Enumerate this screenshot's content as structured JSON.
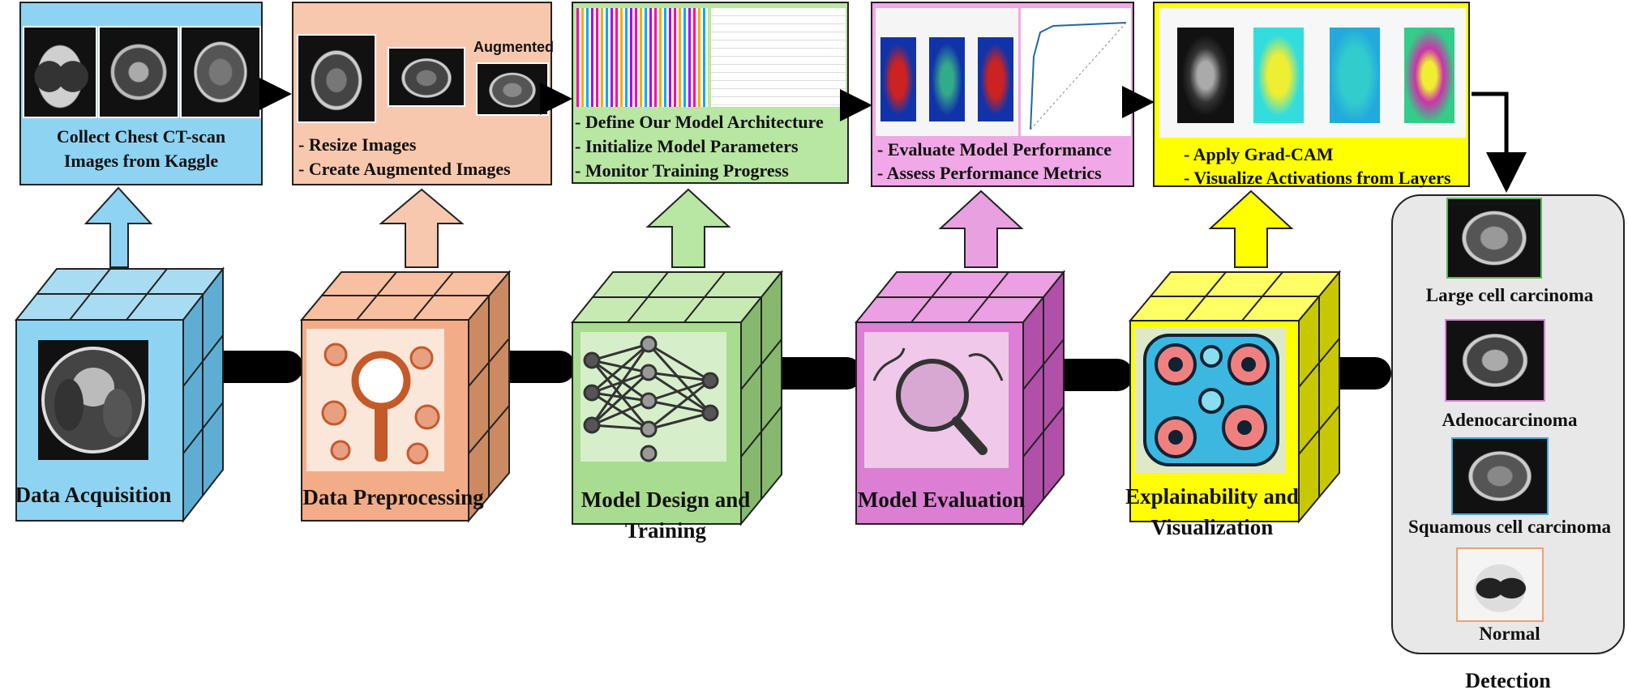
{
  "panels": [
    {
      "id": "acquisition",
      "lines": [
        "Collect Chest CT-scan",
        "Images from Kaggle"
      ],
      "color": "#8fd3f2"
    },
    {
      "id": "preprocessing",
      "tag": "Augmented",
      "lines": [
        "- Resize Images",
        "- Create Augmented Images"
      ],
      "color": "#f8c8ae"
    },
    {
      "id": "training",
      "lines": [
        "-  Define Our Model Architecture",
        "-  Initialize Model Parameters",
        "-  Monitor Training Progress"
      ],
      "color": "#b8e6a3"
    },
    {
      "id": "evaluation",
      "lines": [
        "- Evaluate Model Performance",
        "- Assess Performance Metrics"
      ],
      "color": "#f0a8e6"
    },
    {
      "id": "explainability",
      "lines": [
        "-    Apply Grad-CAM",
        "-    Visualize Activations from Layers"
      ],
      "color": "#ffff00"
    }
  ],
  "stages": [
    {
      "label": "Data Acquisition",
      "color": "#8fd3f2"
    },
    {
      "label": "Data Preprocessing",
      "color": "#f8c8ae"
    },
    {
      "label": "Model Design and Training",
      "color": "#b8e6a3"
    },
    {
      "label": "Model Evaluation",
      "color": "#e08ad8"
    },
    {
      "label": "Explainability and Visualization",
      "color": "#ffff00"
    }
  ],
  "detection": {
    "title": "Detection",
    "classes": [
      "Large cell carcinoma",
      "Adenocarcinoma",
      "Squamous cell carcinoma",
      "Normal"
    ]
  },
  "icons": {
    "acquisition": "ct-scan-image",
    "preprocessing": "magnifier-cells-icon",
    "training": "neural-network-icon",
    "evaluation": "magnifier-evaluation-icon",
    "explainability": "cell-activation-icon"
  }
}
